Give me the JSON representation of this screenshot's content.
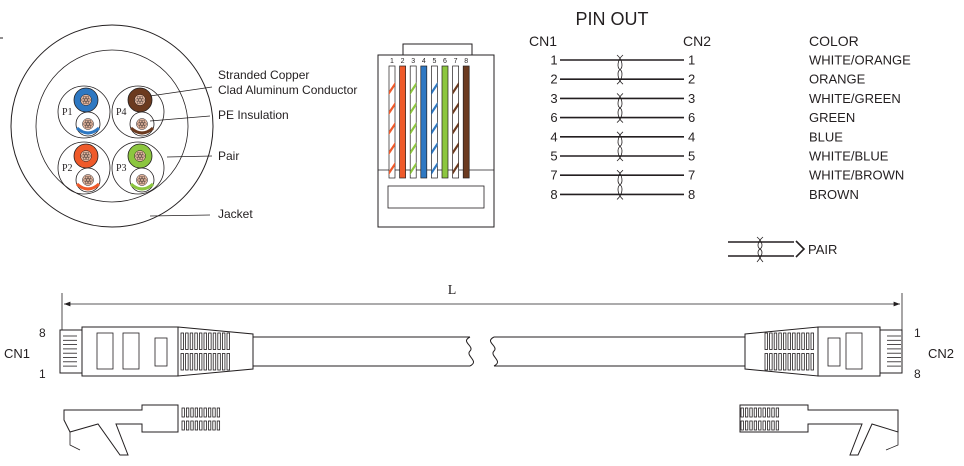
{
  "cross_section": {
    "callouts": [
      {
        "id": "conductor",
        "lines": [
          "Stranded Copper",
          "Clad Aluminum Conductor"
        ]
      },
      {
        "id": "insulation",
        "lines": [
          "PE Insulation"
        ]
      },
      {
        "id": "pair",
        "lines": [
          "Pair"
        ]
      },
      {
        "id": "jacket",
        "lines": [
          "Jacket"
        ]
      }
    ],
    "pairs": [
      {
        "label": "P1",
        "solid": "#2e78c2",
        "stripe": "#2e78c2"
      },
      {
        "label": "P4",
        "solid": "#6b3a1f",
        "stripe": "#6b3a1f"
      },
      {
        "label": "P2",
        "solid": "#ef5a2a",
        "stripe": "#ef5a2a"
      },
      {
        "label": "P3",
        "solid": "#8cc63f",
        "stripe": "#8cc63f"
      }
    ]
  },
  "plug": {
    "pins": [
      "1",
      "2",
      "3",
      "4",
      "5",
      "6",
      "7",
      "8"
    ],
    "wire_colors": [
      {
        "base": "#ffffff",
        "stripe": "#ef5a2a"
      },
      {
        "base": "#ef5a2a",
        "stripe": null
      },
      {
        "base": "#ffffff",
        "stripe": "#8cc63f"
      },
      {
        "base": "#2e78c2",
        "stripe": null
      },
      {
        "base": "#ffffff",
        "stripe": "#2e78c2"
      },
      {
        "base": "#8cc63f",
        "stripe": null
      },
      {
        "base": "#ffffff",
        "stripe": "#6b3a1f"
      },
      {
        "base": "#6b3a1f",
        "stripe": null
      }
    ]
  },
  "pinout": {
    "title": "PIN OUT",
    "cn1_header": "CN1",
    "cn2_header": "CN2",
    "color_header": "COLOR",
    "rows": [
      {
        "cn1": "1",
        "cn2": "1",
        "color": "WHITE/ORANGE"
      },
      {
        "cn1": "2",
        "cn2": "2",
        "color": "ORANGE"
      },
      {
        "cn1": "3",
        "cn2": "3",
        "color": "WHITE/GREEN"
      },
      {
        "cn1": "6",
        "cn2": "6",
        "color": "GREEN"
      },
      {
        "cn1": "4",
        "cn2": "4",
        "color": "BLUE"
      },
      {
        "cn1": "5",
        "cn2": "5",
        "color": "WHITE/BLUE"
      },
      {
        "cn1": "7",
        "cn2": "7",
        "color": "WHITE/BROWN"
      },
      {
        "cn1": "8",
        "cn2": "8",
        "color": "BROWN"
      }
    ],
    "pair_legend": "PAIR"
  },
  "cable": {
    "length_label": "L",
    "left_connector": {
      "name": "CN1",
      "top_pin": "8",
      "bottom_pin": "1"
    },
    "right_connector": {
      "name": "CN2",
      "top_pin": "1",
      "bottom_pin": "8"
    }
  }
}
